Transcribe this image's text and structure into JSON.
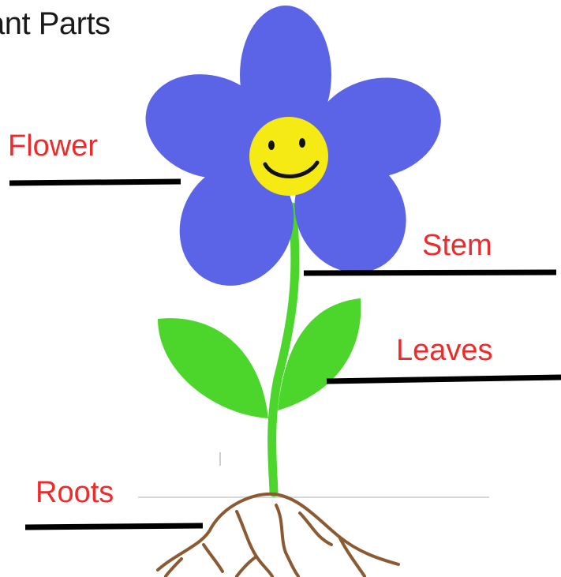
{
  "diagram": {
    "title": "ant Parts",
    "labels": {
      "flower": "Flower",
      "stem": "Stem",
      "leaves": "Leaves",
      "roots": "Roots"
    }
  },
  "colors": {
    "label_text": "#ee2a2a",
    "petals": "#5b63e6",
    "center": "#f6ea14",
    "stem_and_leaves": "#4cd62c",
    "roots": "#8a5a33",
    "label_lines": "#000000",
    "ground_line": "#d6d6d6"
  }
}
